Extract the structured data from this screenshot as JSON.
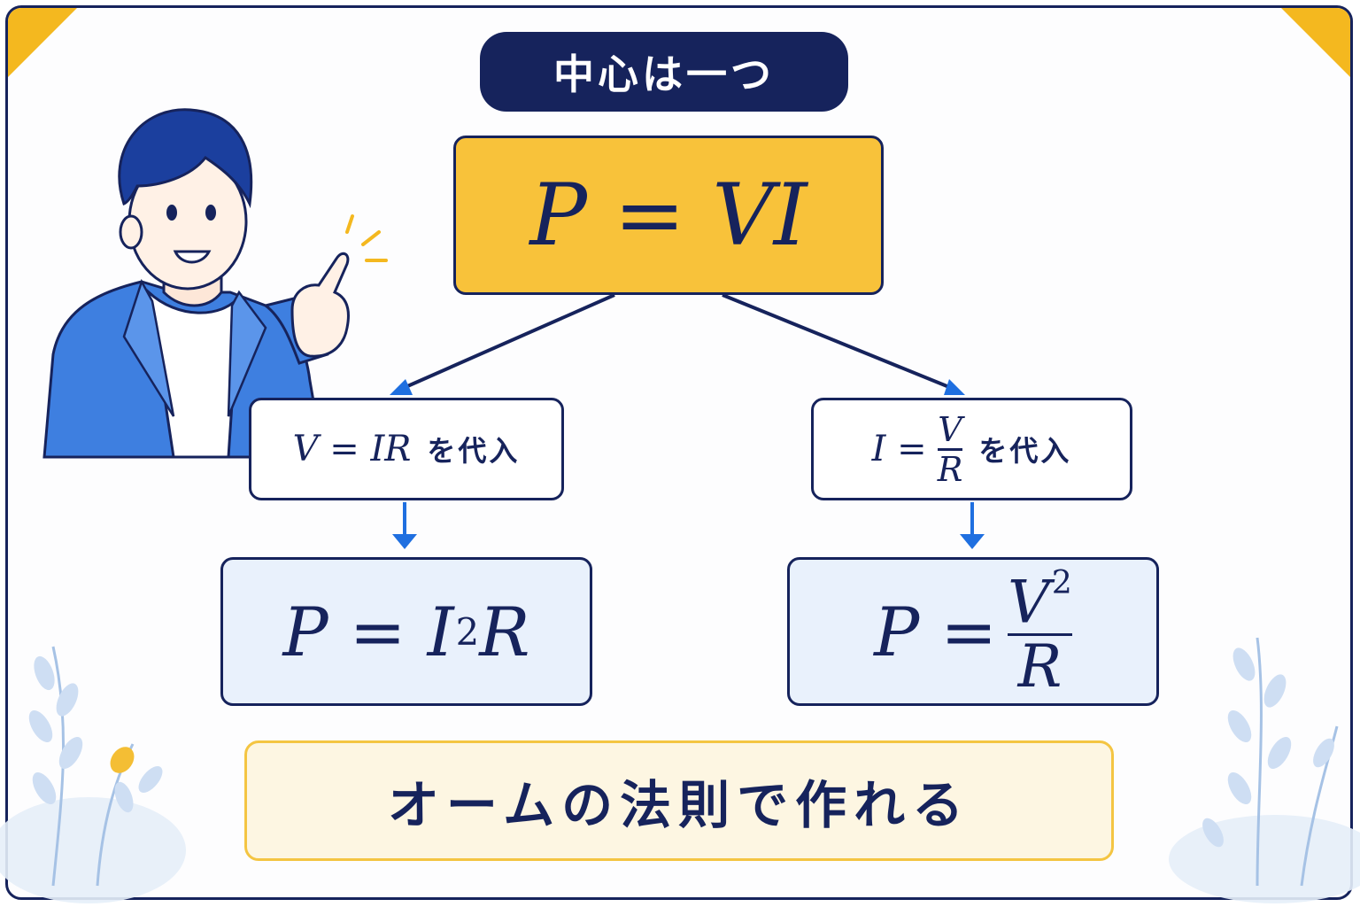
{
  "title": "中心は一つ",
  "center_formula": "P = VI",
  "substitutions": {
    "left": {
      "lhs": "V = IR",
      "suffix": "を代入"
    },
    "right": {
      "lhs": "I =",
      "numerator": "V",
      "denominator": "R",
      "suffix": "を代入"
    }
  },
  "results": {
    "left": {
      "lhs": "P = I",
      "exponent": "2",
      "tail": "R"
    },
    "right": {
      "lhs": "P =",
      "numerator": "V",
      "exponent": "2",
      "denominator": "R"
    }
  },
  "conclusion": "オームの法則で作れる",
  "colors": {
    "navy": "#16235c",
    "accent_yellow": "#f8c23a",
    "arrow_blue": "#1f6fe0",
    "result_fill": "#e9f1fc",
    "conclusion_fill": "#fdf6e2"
  },
  "icons": [
    "teacher-illustration",
    "plant-decoration-left",
    "plant-decoration-right",
    "corner-triangle"
  ]
}
